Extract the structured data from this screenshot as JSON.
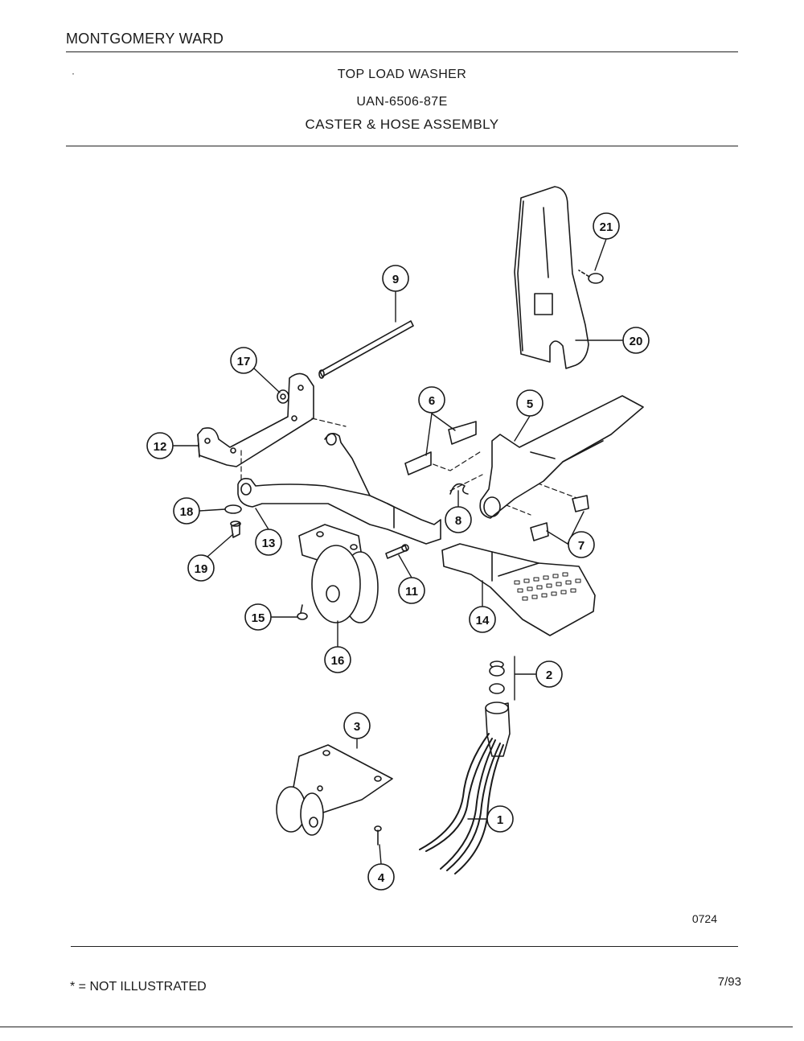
{
  "header": {
    "brand": "MONTGOMERY WARD",
    "bullet": "·",
    "title_line1": "TOP LOAD WASHER",
    "title_line2": "UAN-6506-87E",
    "title_line3": "CASTER & HOSE ASSEMBLY"
  },
  "callouts": [
    "1",
    "2",
    "3",
    "4",
    "5",
    "6",
    "7",
    "8",
    "9",
    "11",
    "12",
    "13",
    "14",
    "15",
    "16",
    "17",
    "18",
    "19",
    "20",
    "21"
  ],
  "footer": {
    "diagram_code": "0724",
    "date": "7/93",
    "note": "* = NOT ILLUSTRATED"
  }
}
